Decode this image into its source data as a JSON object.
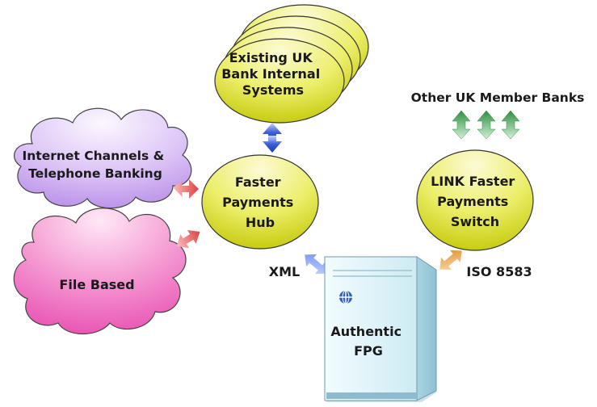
{
  "nodes": {
    "bank_systems": {
      "lines": [
        "Existing UK",
        "Bank Internal",
        "Systems"
      ]
    },
    "hub": {
      "lines": [
        "Faster",
        "Payments",
        "Hub"
      ]
    },
    "link_switch": {
      "lines": [
        "LINK Faster",
        "Payments",
        "Switch"
      ]
    },
    "internet_channels": {
      "lines": [
        "Internet Channels &",
        "Telephone Banking"
      ]
    },
    "file_based": {
      "lines": [
        "File Based"
      ]
    },
    "authentic_fpg": {
      "lines": [
        "Authentic",
        "FPG"
      ]
    }
  },
  "labels": {
    "other_banks": "Other UK Member Banks",
    "xml": "XML",
    "iso": "ISO 8583"
  },
  "colors": {
    "ellipse_light": "#f6f6a8",
    "ellipse_dark": "#c8cc10",
    "cloud_purple_light": "#f4ecff",
    "cloud_purple_dark": "#b98ee8",
    "cloud_pink_light": "#ffd6f0",
    "cloud_pink_dark": "#e84fb2",
    "arrow_blue": "#3a5fd8",
    "arrow_red": "#e05050",
    "arrow_green": "#3aa050",
    "arrow_orange": "#e8a040",
    "server_light": "#e6f8fc",
    "server_dark": "#b6dce8"
  }
}
